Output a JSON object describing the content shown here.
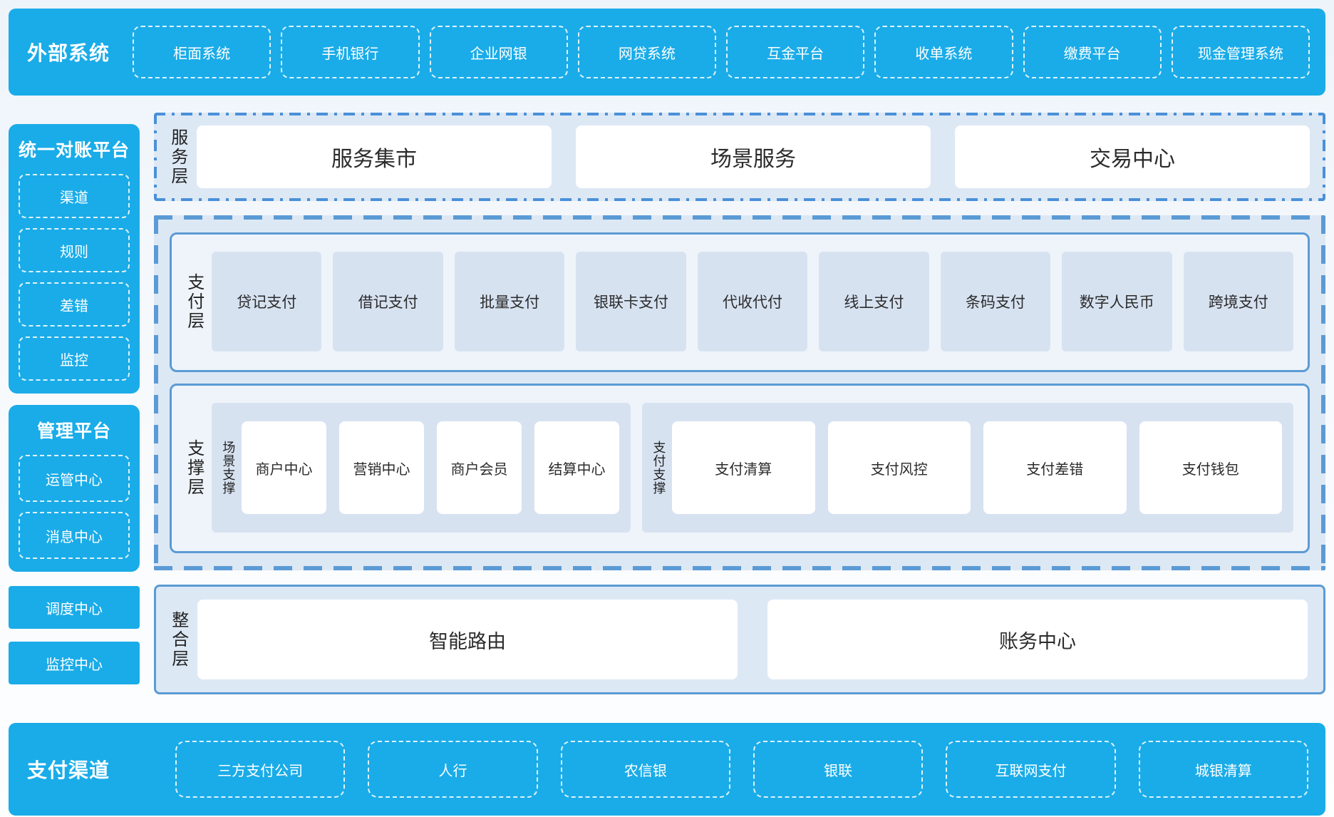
{
  "colors": {
    "brand_blue": "#1aace8",
    "container_bg": "#dde8f5",
    "layer_box_bg": "#eff4fa",
    "tile_blue_bg": "#d7e2f1",
    "border_blue": "#5b9bd5",
    "dashdot_blue": "#4a90d9",
    "white_dash": "rgba(255,255,255,0.85)",
    "text_dark": "#2b2b2b",
    "page_bg_top": "#edf4fa",
    "page_bg_bottom": "#fdfefe"
  },
  "top_bar": {
    "label": "外部系统",
    "items": [
      "柜面系统",
      "手机银行",
      "企业网银",
      "网贷系统",
      "互金平台",
      "收单系统",
      "缴费平台",
      "现金管理系统"
    ]
  },
  "sidebar": {
    "reconciliation_platform": {
      "title": "统一对账平台",
      "items": [
        "渠道",
        "规则",
        "差错",
        "监控"
      ]
    },
    "management_platform": {
      "title": "管理平台",
      "items": [
        "运管中心",
        "消息中心"
      ]
    },
    "standalone": [
      "调度中心",
      "监控中心"
    ]
  },
  "service_layer": {
    "label": "服务层",
    "items": [
      "服务集市",
      "场景服务",
      "交易中心"
    ]
  },
  "payment_layer": {
    "label": "支付层",
    "items": [
      "贷记支付",
      "借记支付",
      "批量支付",
      "银联卡支付",
      "代收代付",
      "线上支付",
      "条码支付",
      "数字人民币",
      "跨境支付"
    ]
  },
  "support_layer": {
    "label": "支撑层",
    "groups": [
      {
        "label": "场景支撑",
        "items": [
          "商户中心",
          "营销中心",
          "商户会员",
          "结算中心"
        ]
      },
      {
        "label": "支付支撑",
        "items": [
          "支付清算",
          "支付风控",
          "支付差错",
          "支付钱包"
        ]
      }
    ]
  },
  "integration_layer": {
    "label": "整合层",
    "items": [
      "智能路由",
      "账务中心"
    ]
  },
  "bottom_bar": {
    "label": "支付渠道",
    "items": [
      "三方支付公司",
      "人行",
      "农信银",
      "银联",
      "互联网支付",
      "城银清算"
    ]
  }
}
